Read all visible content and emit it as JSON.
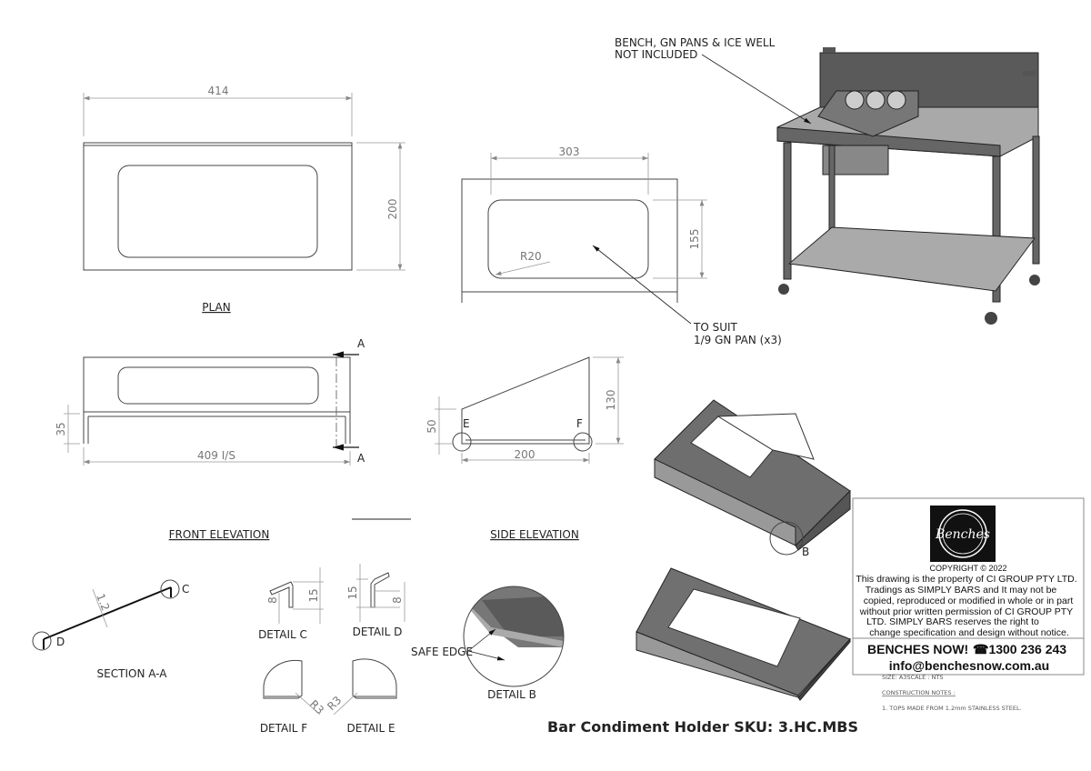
{
  "views": {
    "plan": {
      "label": "PLAN",
      "width": "414",
      "depth": "200"
    },
    "top_insert": {
      "width": "303",
      "height": "155",
      "radius": "R20",
      "note_line1": "TO SUIT",
      "note_line2": "1/9 GN PAN (x3)"
    },
    "front_elevation": {
      "label": "FRONT ELEVATION",
      "height": "35",
      "inside_width": "409 I/S",
      "section_marker": "A"
    },
    "side_elevation": {
      "label": "SIDE ELEVATION",
      "front_height": "50",
      "rear_height": "130",
      "depth": "200",
      "detail_e": "E",
      "detail_f": "F"
    },
    "section_aa": {
      "label": "SECTION A-A",
      "thickness": "1.2",
      "detail_c": "C",
      "detail_d": "D"
    },
    "detail_c": {
      "label": "DETAIL C",
      "dim_a": "8",
      "dim_b": "15"
    },
    "detail_d": {
      "label": "DETAIL D",
      "dim_a": "15",
      "dim_b": "8"
    },
    "detail_f": {
      "label": "DETAIL F",
      "radius": "R3"
    },
    "detail_e": {
      "label": "DETAIL E",
      "radius": "R3"
    },
    "detail_b": {
      "label": "DETAIL B",
      "safe_edge": "SAFE EDGE",
      "marker": "B"
    },
    "bench_note_line1": "BENCH, GN PANS & ICE WELL",
    "bench_note_line2": "NOT INCLUDED"
  },
  "title_block": {
    "logo_text": "Benches",
    "copyright": "COPYRIGHT © 2022",
    "notice": [
      "This drawing is the property of CI GROUP PTY LTD.",
      "Tradings as SIMPLY BARS and It may not be",
      "copied, reproduced or modified in whole or in part",
      "without prior written permission of CI GROUP PTY",
      "LTD. SIMPLY BARS reserves the right to",
      "change specification and design without notice."
    ],
    "company": "BENCHES NOW!",
    "phone": "☎1300 236 243",
    "email": "info@benchesnow.com.au",
    "size_scale": "SIZE: A3SCALE : NTS",
    "notes_heading": "CONSTRUCTION NOTES :",
    "notes": [
      "1. TOPS MADE FROM 1.2mm STAINLESS STEEL."
    ]
  },
  "drawing_title": "Bar Condiment Holder SKU: 3.HC.MBS"
}
